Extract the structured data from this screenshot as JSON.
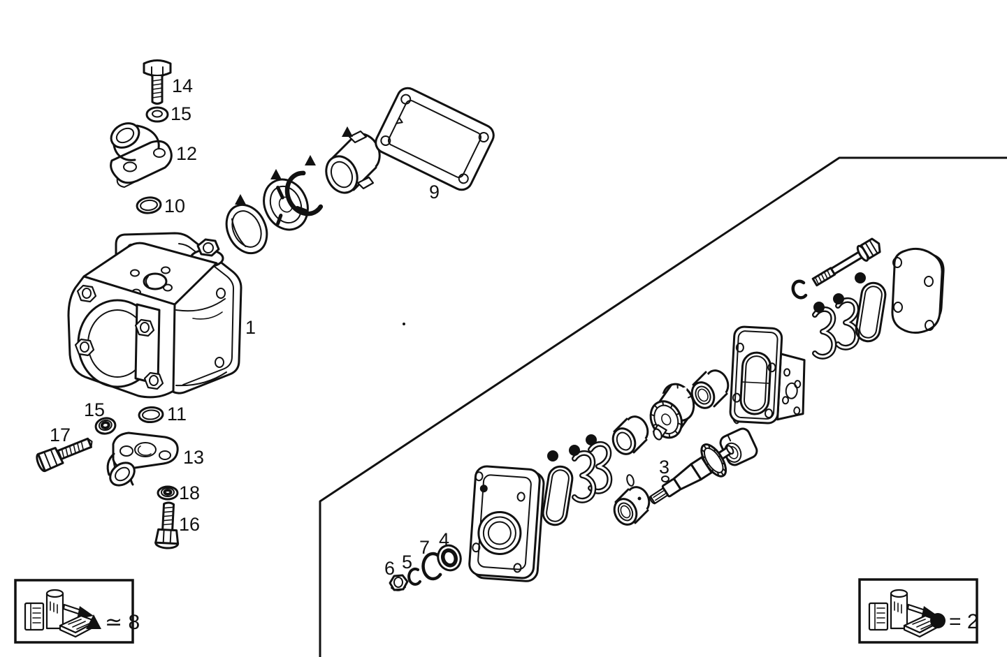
{
  "colors": {
    "background": "#ffffff",
    "line": "#111111",
    "marker_fill": "#111111"
  },
  "callouts": {
    "n1": "1",
    "n3": "3",
    "n4": "4",
    "n5": "5",
    "n6": "6",
    "n7": "7",
    "n9": "9",
    "n10": "10",
    "n11": "11",
    "n12": "12",
    "n13": "13",
    "n14": "14",
    "n15_top": "15",
    "n15_bottom": "15",
    "n16": "16",
    "n17": "17",
    "n18": "18"
  },
  "markers": {
    "triangle_symbol": "▲",
    "dot_symbol": "●"
  },
  "legend": {
    "left": {
      "symbol": "▲",
      "text": "≃ 8"
    },
    "right": {
      "symbol": "●",
      "text": "= 2"
    }
  }
}
